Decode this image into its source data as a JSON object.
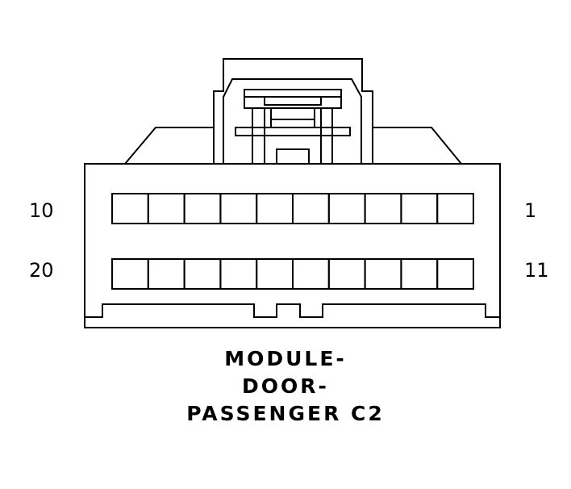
{
  "connector": {
    "title_lines": [
      "MODULE-",
      "DOOR-",
      "PASSENGER C2"
    ],
    "top_row_left_label": "10",
    "top_row_right_label": "1",
    "bottom_row_left_label": "20",
    "bottom_row_right_label": "11",
    "cavities_per_row": 10,
    "line_color": "#000000",
    "background_color": "#ffffff"
  }
}
